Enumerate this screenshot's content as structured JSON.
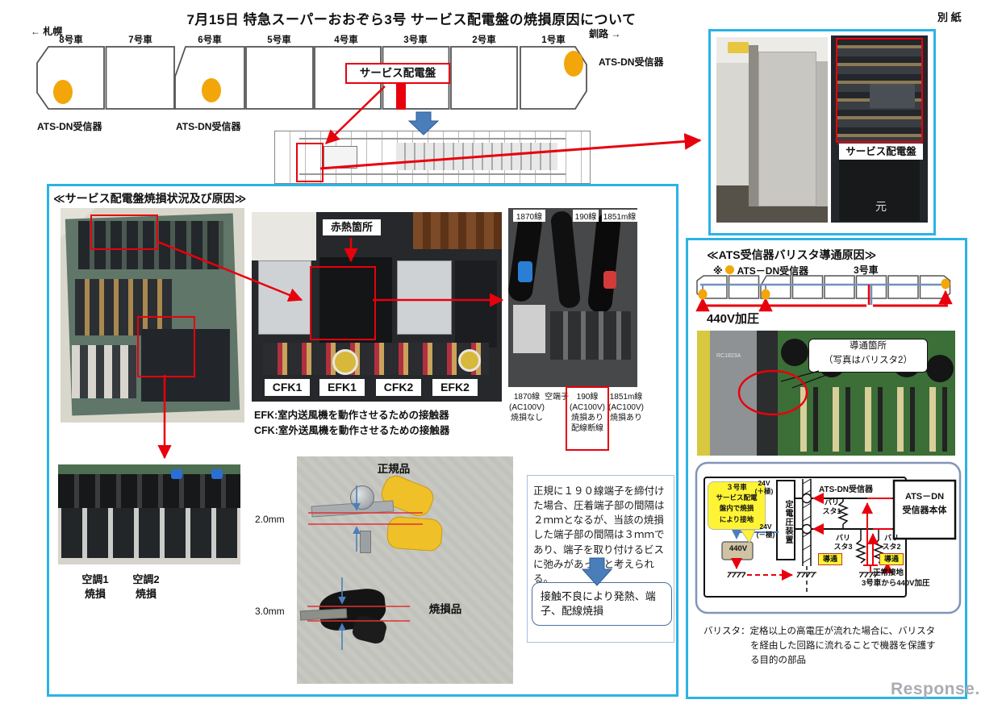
{
  "page": {
    "title": "7月15日  特急スーパーおおぞら3号  サービス配電盤の焼損原因について",
    "attachment": "別 紙",
    "watermark": "Response."
  },
  "formation": {
    "left_end": "← 札幌",
    "right_end": "釧路 →",
    "cars": [
      {
        "label": "8号車"
      },
      {
        "label": "7号車"
      },
      {
        "label": "6号車"
      },
      {
        "label": "5号車"
      },
      {
        "label": "4号車"
      },
      {
        "label": "3号車"
      },
      {
        "label": "2号車"
      },
      {
        "label": "1号車"
      }
    ],
    "receiver_label_car8": "ATS-DN受信器",
    "receiver_label_car6": "ATS-DN受信器",
    "receiver_label_car1": "ATS-DN受信器",
    "service_panel_tag": "サービス配電盤"
  },
  "overview": {
    "panel_caption": "サービス配電盤",
    "panel_mark": "元"
  },
  "burn_section": {
    "header": "≪サービス配電盤焼損状況及び原因≫",
    "hotspot_label": "赤熱箇所",
    "contactors": [
      "CFK1",
      "EFK1",
      "CFK2",
      "EFK2"
    ],
    "efk_note": "EFK:室内送風機を動作させるための接触器",
    "cfk_note": "CFK:室外送風機を動作させるための接触器",
    "wire_top_labels": [
      "1870線",
      "190線",
      "1851m線"
    ],
    "wire_captions": [
      "1870線\n(AC100V)\n焼損なし",
      "空端子",
      "190線\n(AC100V)\n焼損あり\n配線断線",
      "1851m線\n(AC100V)\n焼損あり"
    ],
    "ac1_label": "空調1\n焼損",
    "ac2_label": "空調2\n焼損",
    "gap_normal": "2.0mm",
    "gap_burnt": "3.0mm",
    "normal_part": "正規品",
    "burnt_part": "焼損品",
    "analysis_text": "正規に１９０線端子を締付けた場合、圧着端子部の間隔は２ｍｍとなるが、当該の焼損した端子部の間隔は３ｍｍであり、端子を取り付けるビスに弛みがあったと考えられる。",
    "conclusion": "接触不良により発熱、端子、配線焼損"
  },
  "varistor_section": {
    "header": "≪ATS受信器バリスタ導通原因≫",
    "legend_prefix": "※",
    "legend_label": "ATS－DN受信器",
    "car3_label": "3号車",
    "pressure_label": "440V加圧",
    "photo_code": "RC1823A",
    "callout": "導通箇所\n（写真はバリスタ2）",
    "diagram": {
      "receiver_label": "ATS-DN受信器",
      "receiver_body": "ATS－DN\n受信器本体",
      "regulator": "定電圧装置",
      "v24_plus": "24V\n(＋極)",
      "v24_minus": "24V\n(－極)",
      "varistor1": "バリ\nスタ1",
      "varistor2": "バリ\nスタ2",
      "varistor3": "バリ\nスタ3",
      "conduction2": "導通",
      "conduction3": "導通",
      "v440": "440V",
      "ground_note1": "正常接地",
      "ground_note2": "3号車から440V加圧",
      "callout": "３号車\nサービス配電\n盤内で焼損\nにより接地"
    },
    "note_line1": "バリスタ：定格以上の高電圧が流れた場合に、バリスタ",
    "note_line2": "を経由した回路に流れることで機器を保護す",
    "note_line3": "る目的の部品"
  }
}
